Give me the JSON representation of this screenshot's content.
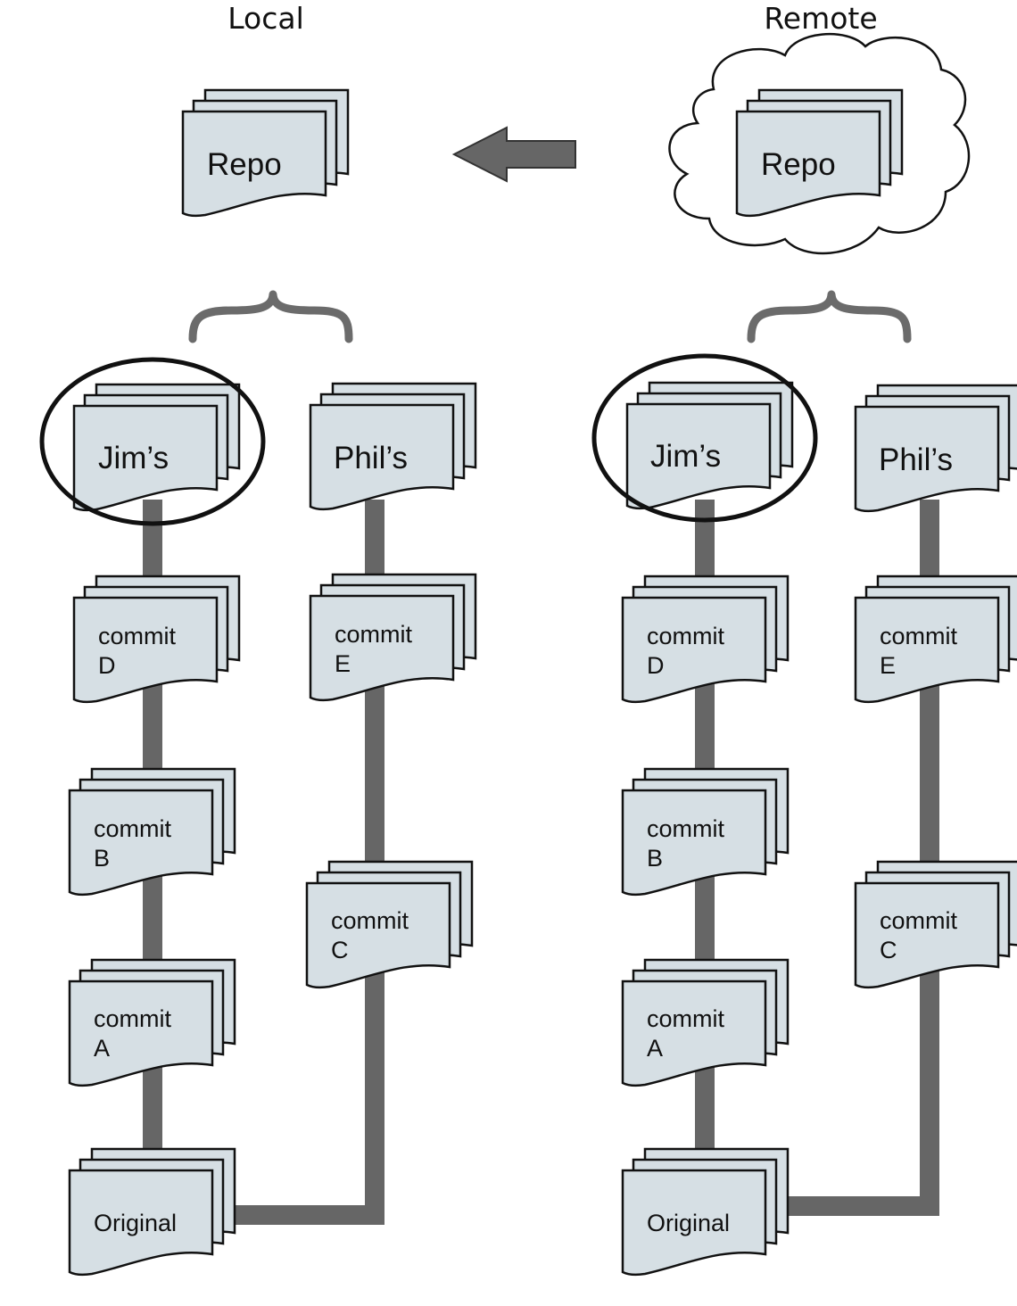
{
  "headers": {
    "local": "Local",
    "remote": "Remote"
  },
  "local": {
    "repo": "Repo",
    "jims": {
      "head": "Jim’s",
      "commits": [
        {
          "l1": "commit",
          "l2": "D"
        },
        {
          "l1": "commit",
          "l2": "B"
        },
        {
          "l1": "commit",
          "l2": "A"
        }
      ],
      "root": "Original"
    },
    "phils": {
      "head": "Phil’s",
      "commits": [
        {
          "l1": "commit",
          "l2": "E"
        },
        {
          "l1": "commit",
          "l2": "C"
        }
      ]
    }
  },
  "remote": {
    "repo": "Repo",
    "jims": {
      "head": "Jim’s",
      "commits": [
        {
          "l1": "commit",
          "l2": "D"
        },
        {
          "l1": "commit",
          "l2": "B"
        },
        {
          "l1": "commit",
          "l2": "A"
        }
      ],
      "root": "Original"
    },
    "phils": {
      "head": "Phil’s",
      "commits": [
        {
          "l1": "commit",
          "l2": "E"
        },
        {
          "l1": "commit",
          "l2": "C"
        }
      ]
    }
  },
  "colors": {
    "doc_fill": "#d6dfe4",
    "trunk": "#666666",
    "brace": "#6b6b6b",
    "outline": "#111111"
  }
}
